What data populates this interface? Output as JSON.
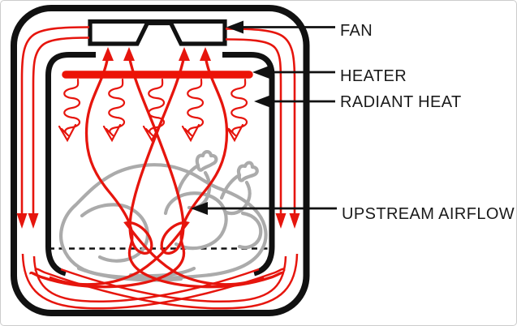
{
  "diagram": {
    "title": "air-fryer-convection-airflow-diagram",
    "labels": {
      "fan": "FAN",
      "heater": "HEATER",
      "radiant_heat": "RADIANT HEAT",
      "upstream_airflow": "UPSTREAM AIRFLOW"
    },
    "colors": {
      "airflow_red": "#e6150d",
      "heater_red": "#ec1307",
      "outline_black": "#111111",
      "food_gray": "#ababab",
      "text_dark": "#1a1a1a",
      "background": "#ffffff"
    },
    "elements": {
      "radiant_coil_count": 5,
      "rising_arrow_count": 4,
      "side_downdraft_streams_per_side": 2,
      "food_item": "whole roast chicken/turkey outline",
      "tray": "dashed horizontal line"
    }
  }
}
